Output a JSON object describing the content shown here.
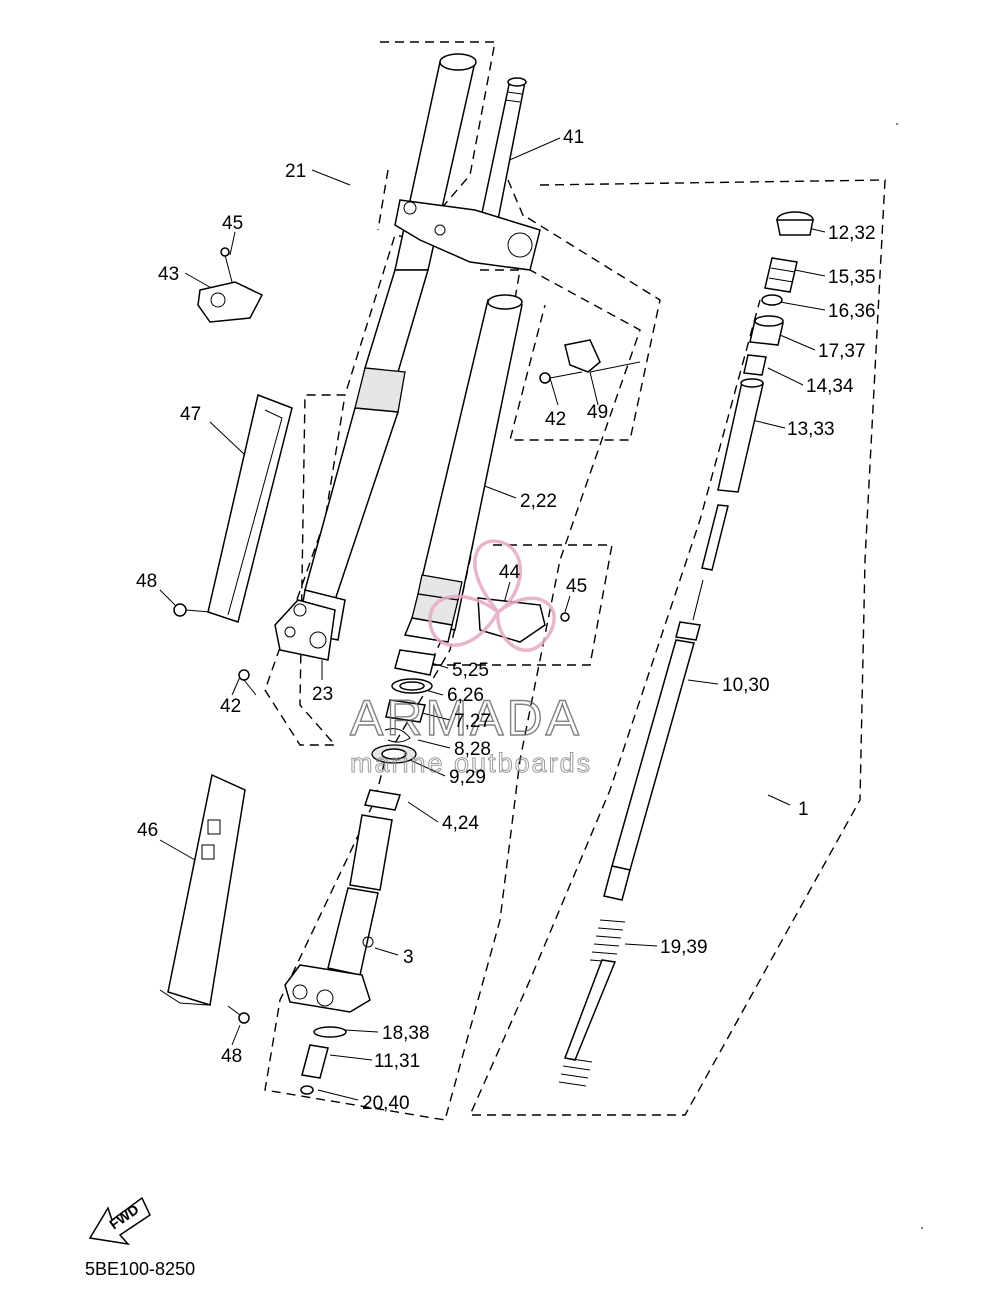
{
  "diagram": {
    "code": "5BE100-8250",
    "fwd_label": "FWD",
    "watermark": {
      "title": "ARMADA",
      "subtitle": "marine outboards",
      "logo_color": "#e7a9c4"
    },
    "callouts": [
      {
        "id": "c-1",
        "text": "1"
      },
      {
        "id": "c-2-22",
        "text": "2,22"
      },
      {
        "id": "c-3",
        "text": "3"
      },
      {
        "id": "c-4-24",
        "text": "4,24"
      },
      {
        "id": "c-5-25",
        "text": "5,25"
      },
      {
        "id": "c-6-26",
        "text": "6,26"
      },
      {
        "id": "c-7-27",
        "text": "7,27"
      },
      {
        "id": "c-8-28",
        "text": "8,28"
      },
      {
        "id": "c-9-29",
        "text": "9,29"
      },
      {
        "id": "c-10-30",
        "text": "10,30"
      },
      {
        "id": "c-11-31",
        "text": "11,31"
      },
      {
        "id": "c-12-32",
        "text": "12,32"
      },
      {
        "id": "c-13-33",
        "text": "13,33"
      },
      {
        "id": "c-14-34",
        "text": "14,34"
      },
      {
        "id": "c-15-35",
        "text": "15,35"
      },
      {
        "id": "c-16-36",
        "text": "16,36"
      },
      {
        "id": "c-17-37",
        "text": "17,37"
      },
      {
        "id": "c-18-38",
        "text": "18,38"
      },
      {
        "id": "c-19-39",
        "text": "19,39"
      },
      {
        "id": "c-20-40",
        "text": "20,40"
      },
      {
        "id": "c-21",
        "text": "21"
      },
      {
        "id": "c-23",
        "text": "23"
      },
      {
        "id": "c-41",
        "text": "41"
      },
      {
        "id": "c-42a",
        "text": "42"
      },
      {
        "id": "c-42b",
        "text": "42"
      },
      {
        "id": "c-43",
        "text": "43"
      },
      {
        "id": "c-44",
        "text": "44"
      },
      {
        "id": "c-45a",
        "text": "45"
      },
      {
        "id": "c-45b",
        "text": "45"
      },
      {
        "id": "c-46",
        "text": "46"
      },
      {
        "id": "c-47",
        "text": "47"
      },
      {
        "id": "c-48a",
        "text": "48"
      },
      {
        "id": "c-48b",
        "text": "48"
      },
      {
        "id": "c-49",
        "text": "49"
      }
    ]
  }
}
